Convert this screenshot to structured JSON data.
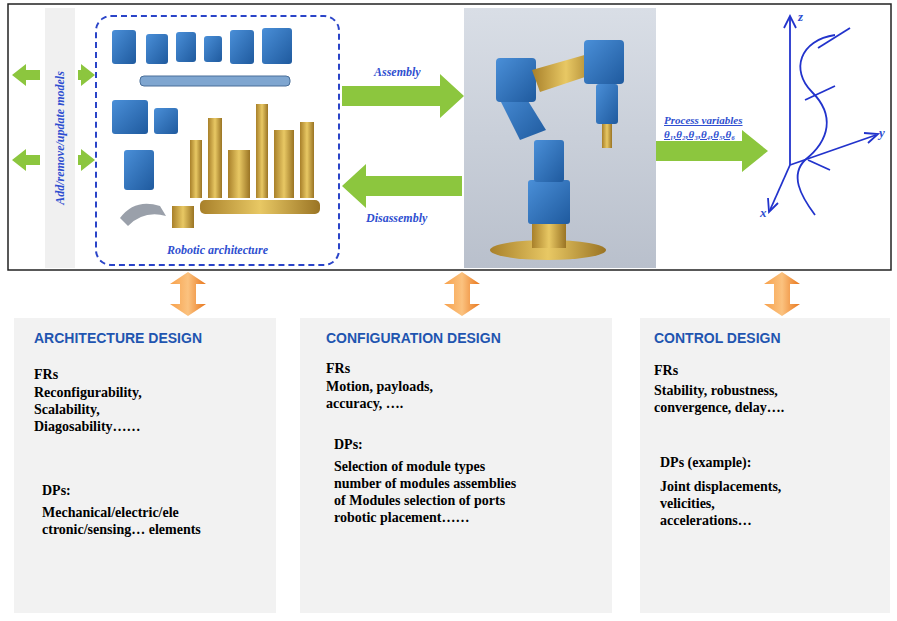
{
  "diagram": {
    "nodes": [
      {
        "text": [
          "Add/remove/update models"
        ]
      },
      {
        "text": [
          "Robotic architecture"
        ]
      },
      {
        "text": [
          "ARCHITECTURE DESIGN",
          "FRs",
          "Reconfigurability, Scalability, Diagosability……",
          "DPs:",
          "Mechanical/electric/ele ctronic/sensing… elements"
        ]
      },
      {
        "text": [
          "CONFIGURATION DESIGN",
          "FRs",
          "Motion, payloads, accuracy, ….",
          "DPs:",
          "Selection of module types number of modules assemblies of Modules selection of ports robotic placement……"
        ]
      },
      {
        "text": [
          "CONTROL DESIGN",
          "FRs",
          "Stability, robustness, convergence, delay….",
          "DPs (example):",
          "Joint displacements, velicities, accelerations…"
        ]
      }
    ],
    "labels": [
      "Assembly",
      "Process variables",
      "θ₁,θ₂,θ₃,θ₄,θ₅,θ₆",
      "z",
      "y",
      "x",
      "Disassembly"
    ]
  }
}
